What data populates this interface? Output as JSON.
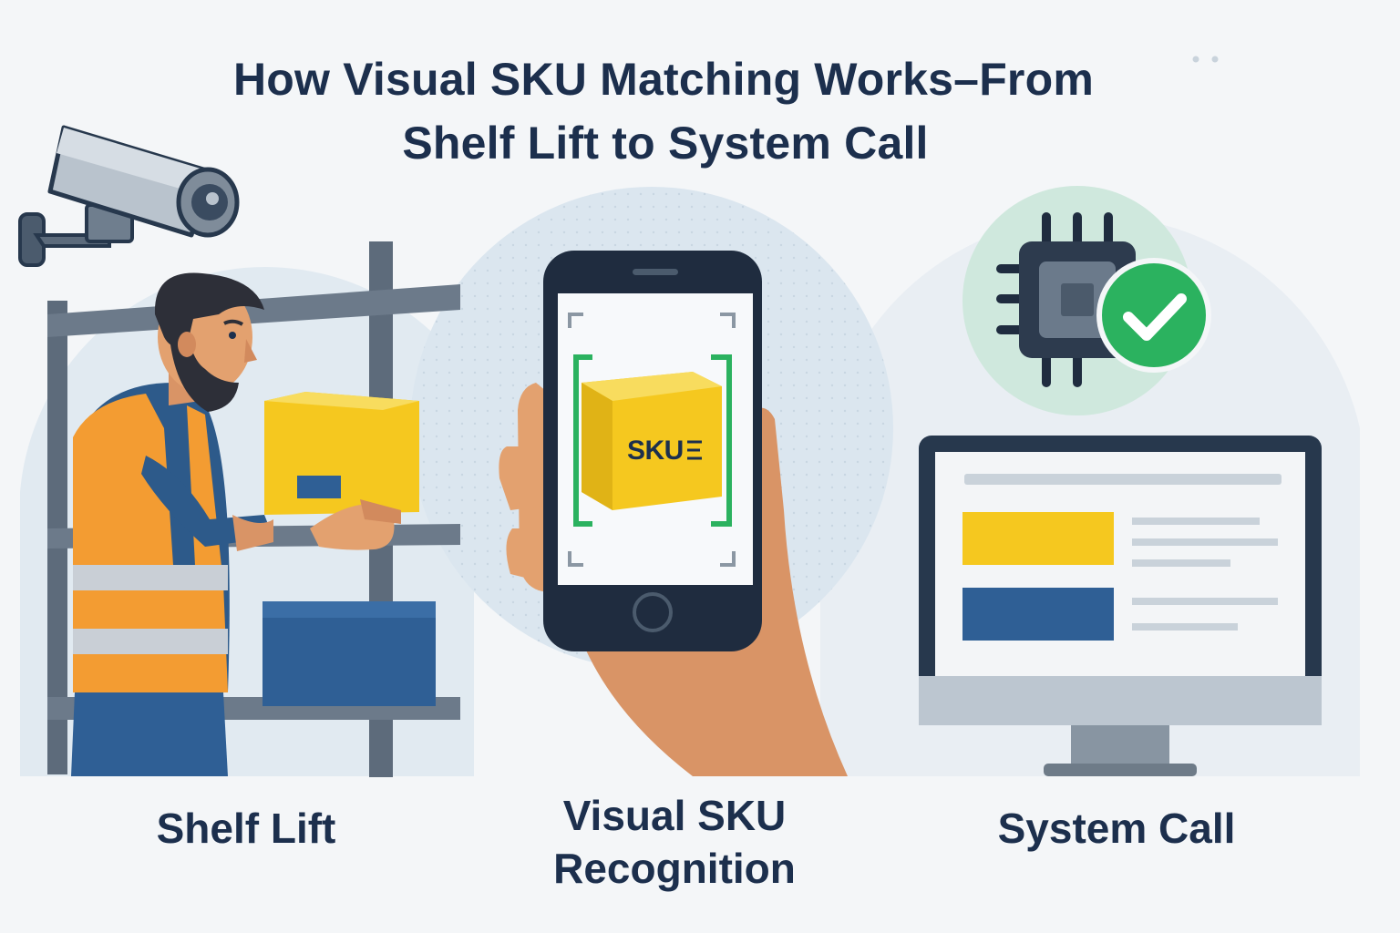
{
  "title": {
    "line1": "How Visual SKU Matching Works–From",
    "line2": "Shelf Lift to System Call"
  },
  "steps": [
    {
      "label": "Shelf Lift"
    },
    {
      "label_line1": "Visual SKU",
      "label_line2": "Recognition"
    },
    {
      "label": "System Call"
    }
  ],
  "phone": {
    "box_text": "SKU"
  },
  "colors": {
    "navy": "#1c2f4d",
    "yellow": "#f5c81f",
    "blue": "#2f5f95",
    "orange": "#f39c32",
    "green": "#2bb25f",
    "skin": "#d99466"
  }
}
